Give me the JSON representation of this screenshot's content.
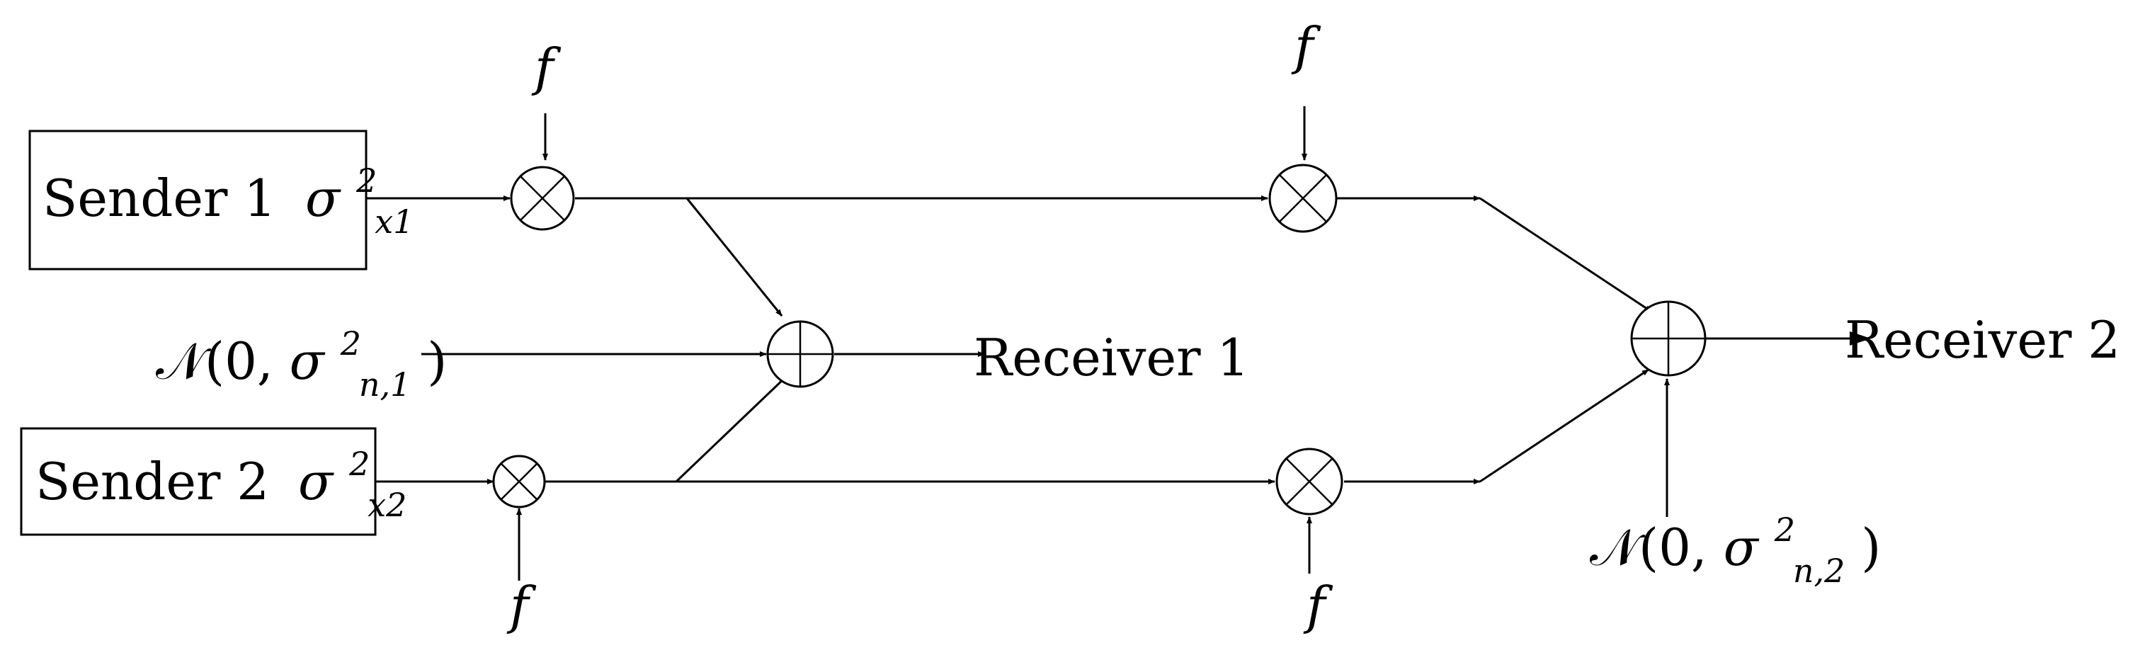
{
  "sender1": {
    "text": "Sender 1",
    "var": "σ",
    "sup": "2",
    "sub": "x1"
  },
  "sender2": {
    "text": "Sender 2",
    "var": "σ",
    "sup": "2",
    "sub": "x2"
  },
  "noise1": {
    "prefix": "𝒩(0, ",
    "var": "σ",
    "sup": "2",
    "sub": "n,1",
    "suffix": ")"
  },
  "noise2": {
    "prefix": "𝒩(0, ",
    "var": "σ",
    "sup": "2",
    "sub": "n,2",
    "suffix": ")"
  },
  "receiver1": "Receiver 1",
  "receiver2": "Receiver 2",
  "fading": [
    "f",
    "f",
    "f",
    "f"
  ]
}
